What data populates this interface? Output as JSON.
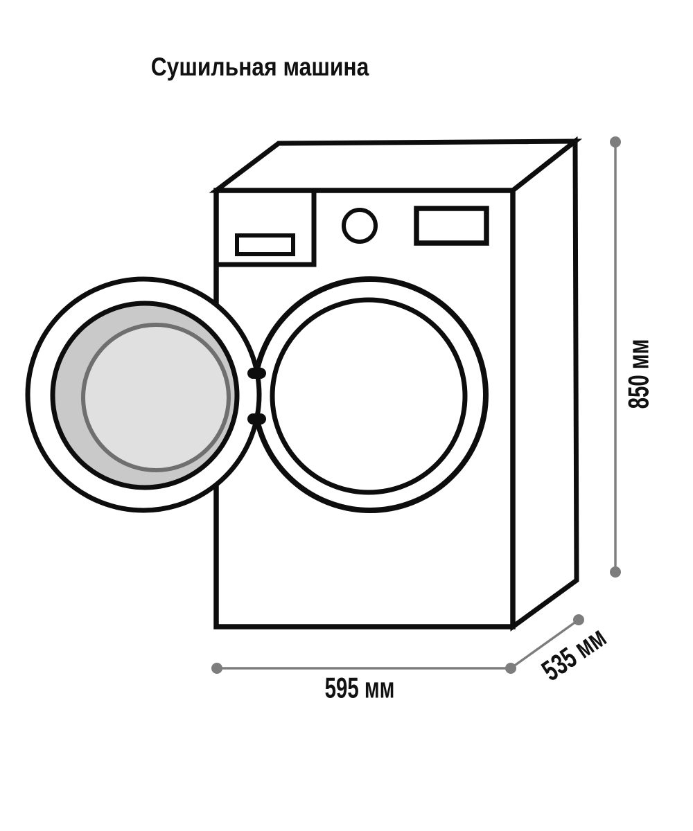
{
  "title": "Сушильная машина",
  "diagram": {
    "type": "appliance-dimension-diagram",
    "appliance": "Сушильная машина",
    "view": "3d-front-perspective-door-open",
    "dimensions": {
      "height": "850 мм",
      "width": "595 мм",
      "depth": "535 мм"
    }
  },
  "colors": {
    "outline": "#0d0d0d",
    "dim_line": "#7d7d7d",
    "label_text": "#111111",
    "door_ring_fill": "#c9c9c9",
    "door_glass_fill": "#e0e0e0",
    "door_glass_stroke": "#6f6f6f",
    "background": "#ffffff"
  }
}
